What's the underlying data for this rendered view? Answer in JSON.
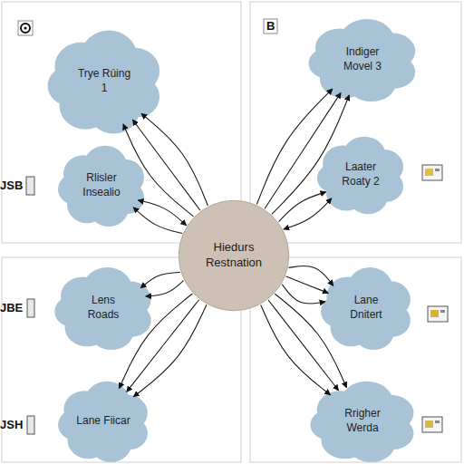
{
  "diagram": {
    "nodes": [
      {
        "text": [
          "Trye Rúing 1"
        ]
      },
      {
        "text": [
          "Indiger Movel 3"
        ]
      },
      {
        "text": [
          "Rlisler Insealio"
        ]
      },
      {
        "text": [
          "Laater Roaty 2"
        ]
      },
      {
        "text": [
          "Hiedurs Restnation"
        ]
      },
      {
        "text": [
          "Lens Roads"
        ]
      },
      {
        "text": [
          "Lane Dnitert"
        ]
      },
      {
        "text": [
          "Lane Fiicar"
        ]
      },
      {
        "text": [
          "Rrigher Werda"
        ]
      }
    ],
    "edges": [
      {
        "from": 4,
        "to": 0,
        "arrow": "to"
      },
      {
        "from": 4,
        "to": 0,
        "arrow": "to"
      },
      {
        "from": 4,
        "to": 0,
        "arrow": "to"
      },
      {
        "from": 4,
        "to": 1,
        "arrow": "to"
      },
      {
        "from": 4,
        "to": 1,
        "arrow": "to"
      },
      {
        "from": 4,
        "to": 1,
        "arrow": "to"
      },
      {
        "from": 4,
        "to": 2,
        "arrow": "to"
      },
      {
        "from": 4,
        "to": 2,
        "arrow": "both"
      },
      {
        "from": 4,
        "to": 3,
        "arrow": "to"
      },
      {
        "from": 4,
        "to": 3,
        "arrow": "both"
      },
      {
        "from": 4,
        "to": 5,
        "arrow": "to"
      },
      {
        "from": 4,
        "to": 5,
        "arrow": "to"
      },
      {
        "from": 4,
        "to": 6,
        "arrow": "to"
      },
      {
        "from": 4,
        "to": 6,
        "arrow": "to"
      },
      {
        "from": 4,
        "to": 6,
        "arrow": "to"
      },
      {
        "from": 4,
        "to": 7,
        "arrow": "to"
      },
      {
        "from": 4,
        "to": 7,
        "arrow": "to"
      },
      {
        "from": 4,
        "to": 7,
        "arrow": "to"
      },
      {
        "from": 4,
        "to": 8,
        "arrow": "to"
      },
      {
        "from": 4,
        "to": 8,
        "arrow": "to"
      },
      {
        "from": 4,
        "to": 8,
        "arrow": "to"
      }
    ],
    "labels": [
      "B",
      "JSB",
      "JBE",
      "JSH"
    ]
  }
}
